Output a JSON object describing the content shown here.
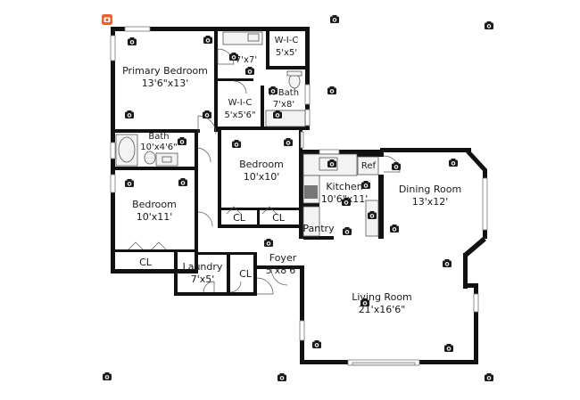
{
  "plan": {
    "accent_color": "#e8612c",
    "wall_color": "#111111",
    "rooms": [
      {
        "id": "primary-bedroom",
        "name": "Primary Bedroom",
        "size": "13'6\"x13'"
      },
      {
        "id": "wic-1",
        "name": "W-I-C",
        "size": "5'x5'"
      },
      {
        "id": "room-7x7",
        "name": "",
        "size": "7'x7'"
      },
      {
        "id": "primary-bath",
        "name": "P. Bath",
        "size": "7'x8'"
      },
      {
        "id": "wic-2",
        "name": "W-I-C",
        "size": "5'x5'6\""
      },
      {
        "id": "bath",
        "name": "Bath",
        "size": "10'x4'6\""
      },
      {
        "id": "bedroom-2",
        "name": "Bedroom",
        "size": "10'x10'"
      },
      {
        "id": "bedroom-3",
        "name": "Bedroom",
        "size": "10'x11'"
      },
      {
        "id": "kitchen",
        "name": "Kitchen",
        "size": "10'6\"x11'"
      },
      {
        "id": "dining-room",
        "name": "Dining Room",
        "size": "13'x12'"
      },
      {
        "id": "ref",
        "name": "Ref",
        "size": ""
      },
      {
        "id": "pantry",
        "name": "Pantry",
        "size": ""
      },
      {
        "id": "cl-1",
        "name": "CL",
        "size": ""
      },
      {
        "id": "cl-2",
        "name": "CL",
        "size": ""
      },
      {
        "id": "cl-3",
        "name": "CL",
        "size": ""
      },
      {
        "id": "cl-4",
        "name": "CL",
        "size": ""
      },
      {
        "id": "laundry",
        "name": "Laundry",
        "size": "7'x5'"
      },
      {
        "id": "foyer",
        "name": "Foyer",
        "size": "5'x8'6\""
      },
      {
        "id": "living-room",
        "name": "Living Room",
        "size": "21'x16'6\""
      }
    ]
  }
}
